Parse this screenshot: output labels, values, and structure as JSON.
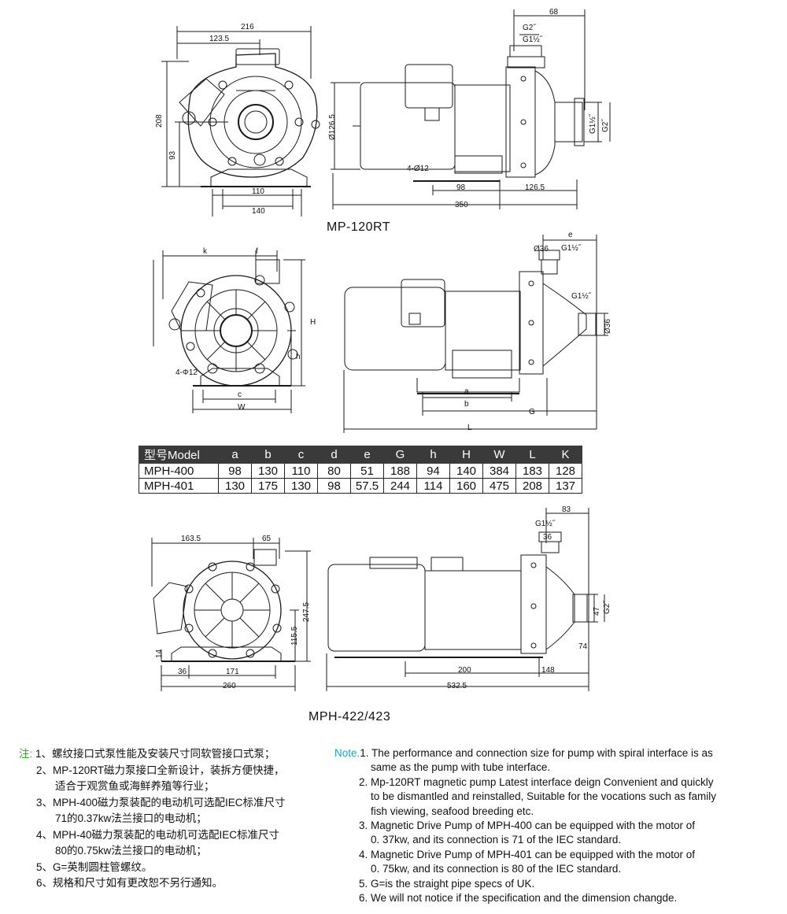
{
  "colors": {
    "note_cn": "#3aa52c",
    "note_en": "#1aa4c6",
    "header_bg": "#3a3a3a"
  },
  "views": {
    "mp120": {
      "caption": "MP-120RT",
      "front_dims": {
        "d216": "216",
        "d123_5": "123.5",
        "d208": "208",
        "d93": "93",
        "d110": "110",
        "d140": "140"
      },
      "side_dims": {
        "d68": "68",
        "g2": "G2˝",
        "g1half": "G1½˝",
        "dia126": "Ø126.5",
        "bolt": "4-Ø12",
        "d98": "98",
        "d126_5": "126.5",
        "d350": "350",
        "g1half_v": "G1½˝",
        "g2_v": "G2˝"
      }
    },
    "mph400": {
      "front_dims": {
        "k": "k",
        "f": "f",
        "bolt": "4-Φ12",
        "H": "H",
        "h": "h",
        "c": "c",
        "W": "W"
      },
      "side_dims": {
        "e": "e",
        "dia36_top": "Ø36",
        "g1half": "G1½˝",
        "g1half_b": "G1½˝",
        "dia36_v": "Ø36",
        "a": "a",
        "b": "b",
        "G": "G",
        "L": "L"
      }
    },
    "mph422": {
      "caption": "MPH-422/423",
      "front_dims": {
        "d163_5": "163.5",
        "d65": "65",
        "d247_5": "247.5",
        "d115_5": "115.5",
        "d14": "14",
        "d36": "36",
        "d171": "171",
        "d260": "260"
      },
      "side_dims": {
        "d83": "83",
        "g1half": "G1½˝",
        "d36": "36",
        "d47": "47",
        "g2": "G2˝",
        "d74": "74",
        "d200": "200",
        "d148": "148",
        "d532_5": "532.5"
      }
    }
  },
  "spec_table": {
    "model_header": "型号Model",
    "columns": [
      "a",
      "b",
      "c",
      "d",
      "e",
      "G",
      "h",
      "H",
      "W",
      "L",
      "K"
    ],
    "rows": [
      {
        "model": "MPH-400",
        "values": [
          "98",
          "130",
          "110",
          "80",
          "51",
          "188",
          "94",
          "140",
          "384",
          "183",
          "128"
        ]
      },
      {
        "model": "MPH-401",
        "values": [
          "130",
          "175",
          "130",
          "98",
          "57.5",
          "244",
          "114",
          "160",
          "475",
          "208",
          "137"
        ]
      }
    ]
  },
  "notes_cn": {
    "label": "注:",
    "items": [
      "1、螺纹接口式泵性能及安装尺寸同软管接口式泵；",
      "2、MP-120RT磁力泵接口全新设计，装拆方便快捷，",
      "适合于观赏鱼或海鲜养殖等行业；",
      "3、MPH-400磁力泵装配的电动机可选配IEC标准尺寸",
      "71的0.37kw法兰接口的电动机；",
      "4、MPH-40磁力泵装配的电动机可选配IEC标准尺寸",
      "80的0.75kw法兰接口的电动机；",
      "5、G=英制圆柱管螺纹。",
      "6、规格和尺寸如有更改恕不另行通知。"
    ]
  },
  "notes_en": {
    "label": "Note.",
    "items": [
      "1. The performance and connection size for pump with spiral interface is as",
      "same as the pump with tube interface.",
      "2. Mp-120RT magnetic pump Latest interface deign Convenient and quickly",
      "to be dismantled and reinstalled, Suitable for the vocations such as family",
      "fish viewing, seafood breeding etc.",
      "3. Magnetic Drive Pump of MPH-400 can be equipped with the motor of",
      "0. 37kw, and its connection is 71 of the IEC standard.",
      "4. Magnetic Drive Pump of MPH-401 can be equipped with the motor of",
      "0. 75kw, and its connection is 80 of the IEC standard.",
      "5. G=is the straight pipe specs of UK.",
      "6. We will not notice if the specification and the dimension changde."
    ]
  }
}
